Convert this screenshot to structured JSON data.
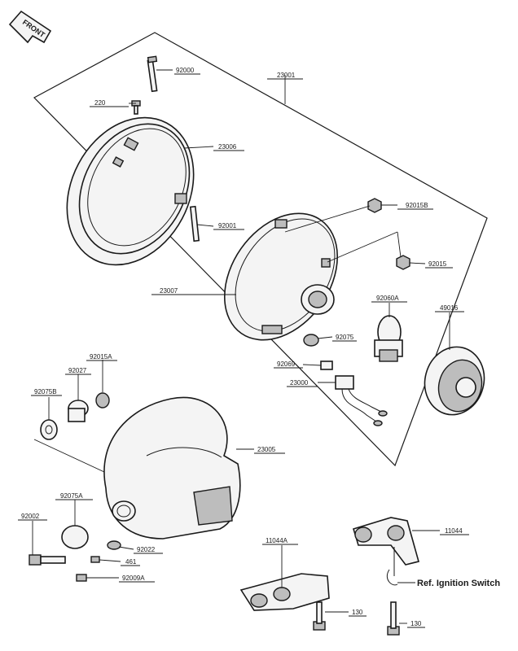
{
  "front_badge": "FRONT",
  "labels": {
    "p92000": "92000",
    "p23001": "23001",
    "p220": "220",
    "p23006": "23006",
    "p92001": "92001",
    "p92015B": "92015B",
    "p92015": "92015",
    "p23007": "23007",
    "p92060A": "92060A",
    "p49016": "49016",
    "p92075": "92075",
    "p92069": "92069",
    "p23000": "23000",
    "p92015A": "92015A",
    "p92027": "92027",
    "p92075B": "92075B",
    "p23005": "23005",
    "p92075A": "92075A",
    "p92002": "92002",
    "p92022": "92022",
    "p461": "461",
    "p92009A": "92009A",
    "p11044A": "11044A",
    "p11044": "11044",
    "p130a": "130",
    "p130b": "130"
  },
  "reference_note": "Ref. Ignition Switch"
}
